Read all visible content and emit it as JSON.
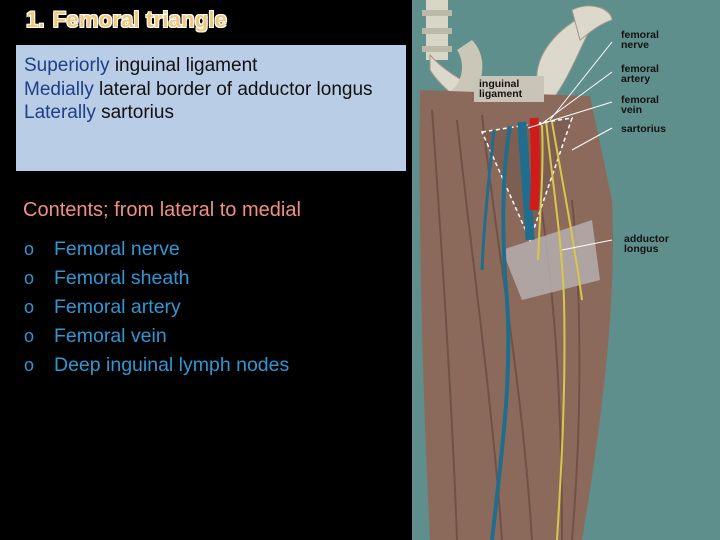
{
  "slide": {
    "title_number": "1.",
    "title_text": "Femoral triangle",
    "boundaries": [
      {
        "keyword": "Superiorly",
        "text": " inguinal ligament"
      },
      {
        "keyword": "Medially",
        "text": " lateral border of adductor longus"
      },
      {
        "keyword": "Laterally",
        "text": " sartorius"
      }
    ],
    "contents_heading": "Contents; from lateral to medial",
    "bullet_symbol": "o",
    "contents": [
      "Femoral nerve",
      "Femoral sheath",
      "Femoral artery",
      "Femoral vein",
      "Deep inguinal lymph nodes"
    ]
  },
  "figure_labels": {
    "femoral_nerve": [
      "femoral",
      "nerve"
    ],
    "femoral_artery": [
      "femoral",
      "artery"
    ],
    "femoral_vein": [
      "femoral",
      "vein"
    ],
    "sartorius": [
      "sartorius"
    ],
    "inguinal_ligament": [
      "inguinal",
      "ligament"
    ],
    "adductor_longus": [
      "adductor",
      "longus"
    ]
  },
  "colors": {
    "title": "#f2c87c",
    "box_bg": "#b9cde6",
    "keyword": "#1f3f86",
    "contents_heading": "#f3907f",
    "list_text": "#2f97d3",
    "figure_bg": "#5f8f8c"
  }
}
